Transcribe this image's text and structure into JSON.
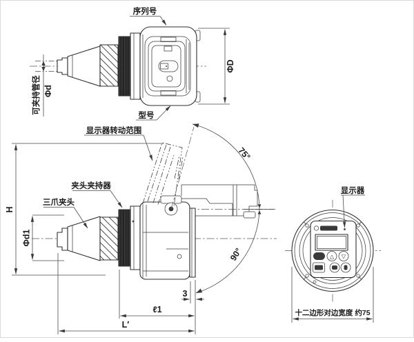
{
  "page": {
    "background": "#ffffff",
    "line_color": "#2e2e2e",
    "dark_fill": "#181818"
  },
  "views": {
    "top_view": {
      "labels": {
        "serial_number": "序列号",
        "model": "型号"
      },
      "dimensions": {
        "outer_diameter": "ΦD",
        "clampable_pipe_diameter_label": "可夹持管径",
        "clampable_pipe_diameter": "Φd"
      }
    },
    "side_view": {
      "labels": {
        "display_rotation_range": "显示器转动范围",
        "chuck_holder": "夹头夹持器",
        "three_jaw_chuck": "三爪夹头"
      },
      "dimensions": {
        "rotation_up": "75°",
        "rotation_down": "90°",
        "height": "H",
        "chuck_diameter": "Φd1",
        "end_gap": "3",
        "l1": "ℓ1",
        "overall_length": "L′"
      }
    },
    "front_view": {
      "labels": {
        "display": "显示器",
        "width_across_flats": "十二边形对边宽度 约75"
      },
      "display_panel": {
        "up_glyph": "△",
        "down_glyph": "▽"
      }
    }
  }
}
